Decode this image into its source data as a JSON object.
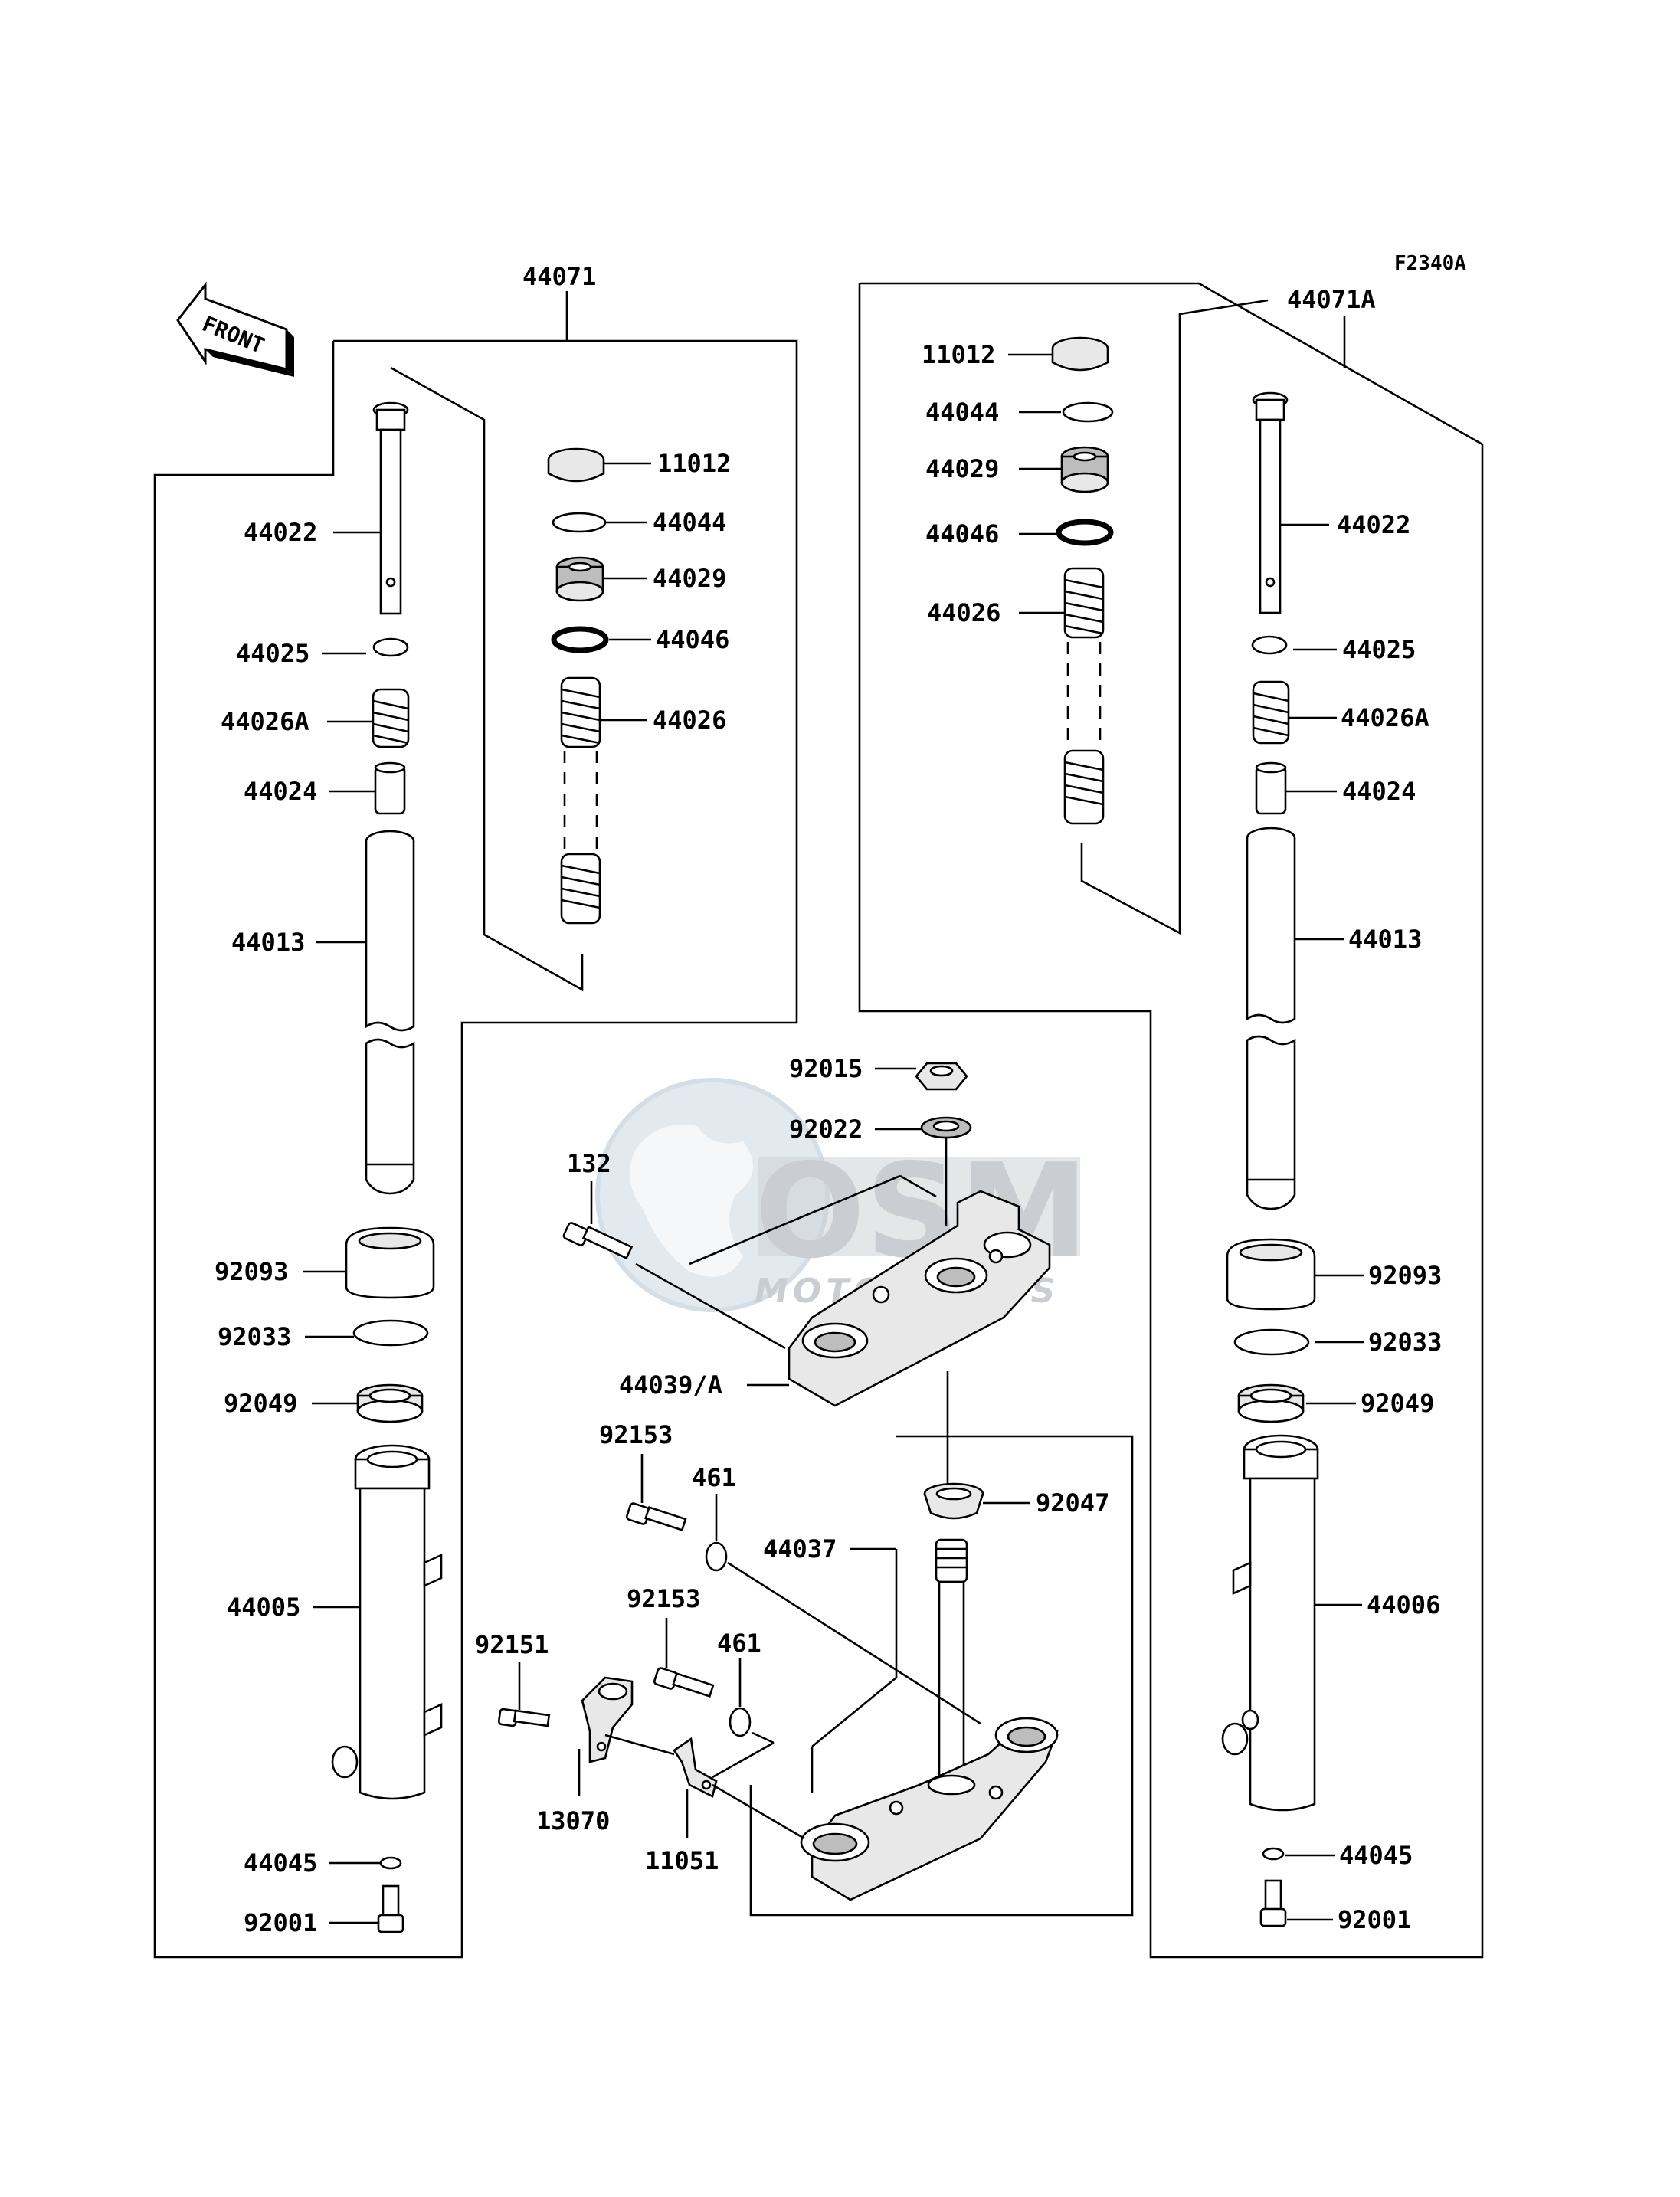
{
  "figure_code": "F2340A",
  "front_label": "FRONT",
  "watermark": {
    "brand": "OSM",
    "sub": "MOTORPARTS"
  },
  "left_fork": {
    "assembly": "44071",
    "parts": {
      "p44022": "44022",
      "p44025": "44025",
      "p44026A": "44026A",
      "p44024": "44024",
      "p44013": "44013",
      "p92093": "92093",
      "p92033": "92033",
      "p92049": "92049",
      "p44005": "44005",
      "p44045": "44045",
      "p92001": "92001",
      "p11012": "11012",
      "p44044": "44044",
      "p44029": "44029",
      "p44046": "44046",
      "p44026": "44026"
    }
  },
  "right_fork": {
    "assembly": "44071A",
    "parts": {
      "p11012": "11012",
      "p44044": "44044",
      "p44029": "44029",
      "p44046": "44046",
      "p44026": "44026",
      "p44022": "44022",
      "p44025": "44025",
      "p44026A": "44026A",
      "p44024": "44024",
      "p44013": "44013",
      "p92093": "92093",
      "p92033": "92033",
      "p92049": "92049",
      "p44006": "44006",
      "p44045": "44045",
      "p92001": "92001"
    }
  },
  "steering": {
    "p92015": "92015",
    "p92022": "92022",
    "p132": "132",
    "p44039A": "44039/A",
    "p92153a": "92153",
    "p461a": "461",
    "p92047": "92047",
    "p44037": "44037",
    "p92153b": "92153",
    "p461b": "461",
    "p92151": "92151",
    "p13070": "13070",
    "p11051": "11051"
  }
}
